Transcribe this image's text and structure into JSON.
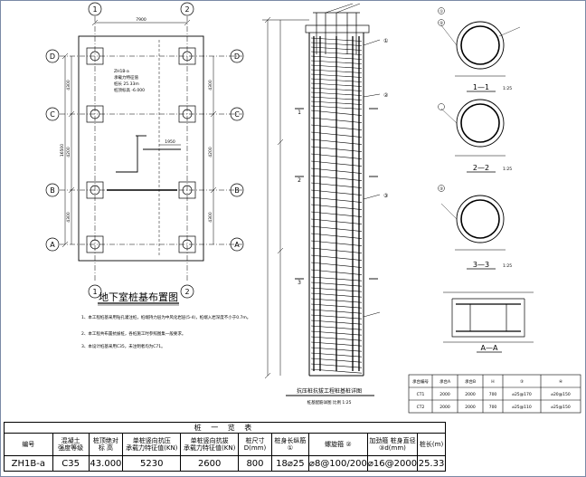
{
  "plan": {
    "title": "地下室桩基布置图",
    "axis_numbers": [
      "1",
      "2"
    ],
    "axis_letters": [
      "D",
      "C",
      "B",
      "A"
    ],
    "dim_top": "7900",
    "dim_left_total": "16500",
    "dim_left_segments": [
      "4300",
      "4200",
      "4300"
    ],
    "dim_right_segments": [
      "4300",
      "4200",
      "4300"
    ],
    "dim_mid": "1950",
    "note_block": [
      "ZH1B-a",
      "承载力特征值",
      "桩长 25.33m",
      "桩顶标高 -6.000"
    ],
    "notes": [
      "1、本工程桩基采用钻孔灌注桩，桩端持力层为中风化岩层(5-4)，桩端入岩深度不小于0.7m。",
      "2、本工程共布置抗拔桩，各桩施工时参照图集一般要求。",
      "3、本设计桩基采用C35，未注明者均为C71。"
    ]
  },
  "elevation": {
    "title": "抗压桩抗拔工程桩基桩详图",
    "subtitle": "桩基配筋详图 比例 1:25",
    "section_marks": [
      "1",
      "2",
      "3"
    ],
    "callouts": [
      "①",
      "②",
      "③"
    ]
  },
  "sections": {
    "labels": [
      "1—1",
      "2—2",
      "3—3"
    ],
    "scale": "1:25",
    "aa_label": "A—A",
    "callouts": [
      "①",
      "②",
      "③"
    ]
  },
  "cap_table": {
    "headers": [
      "承台编号",
      "承台A",
      "承台B",
      "H",
      "③",
      "④"
    ],
    "rows": [
      [
        "CT1",
        "2000",
        "2000",
        "700",
        "⌀25@170",
        "⌀20@150"
      ],
      [
        "CT2",
        "2000",
        "2000",
        "700",
        "⌀25@110",
        "⌀25@150"
      ]
    ]
  },
  "pile_table": {
    "caption": "桩 一 览 表",
    "headers": [
      "编号",
      "混凝土\n强度等级",
      "桩顶绝对\n标 高",
      "单桩竖向抗压\n承载力特征值(KN)",
      "单桩竖向抗拔\n承载力特征值(KN)",
      "桩尺寸\nD(mm)",
      "桩身长纵筋\n①",
      "螺旋箍 ②",
      "加劲箍 桩身直径\n③d(mm)",
      "桩长(m)"
    ],
    "rows": [
      [
        "ZH1B-a",
        "C35",
        "43.000",
        "5230",
        "2600",
        "800",
        "18⌀25",
        "⌀8@100/200",
        "⌀16@2000",
        "25.33"
      ]
    ]
  }
}
